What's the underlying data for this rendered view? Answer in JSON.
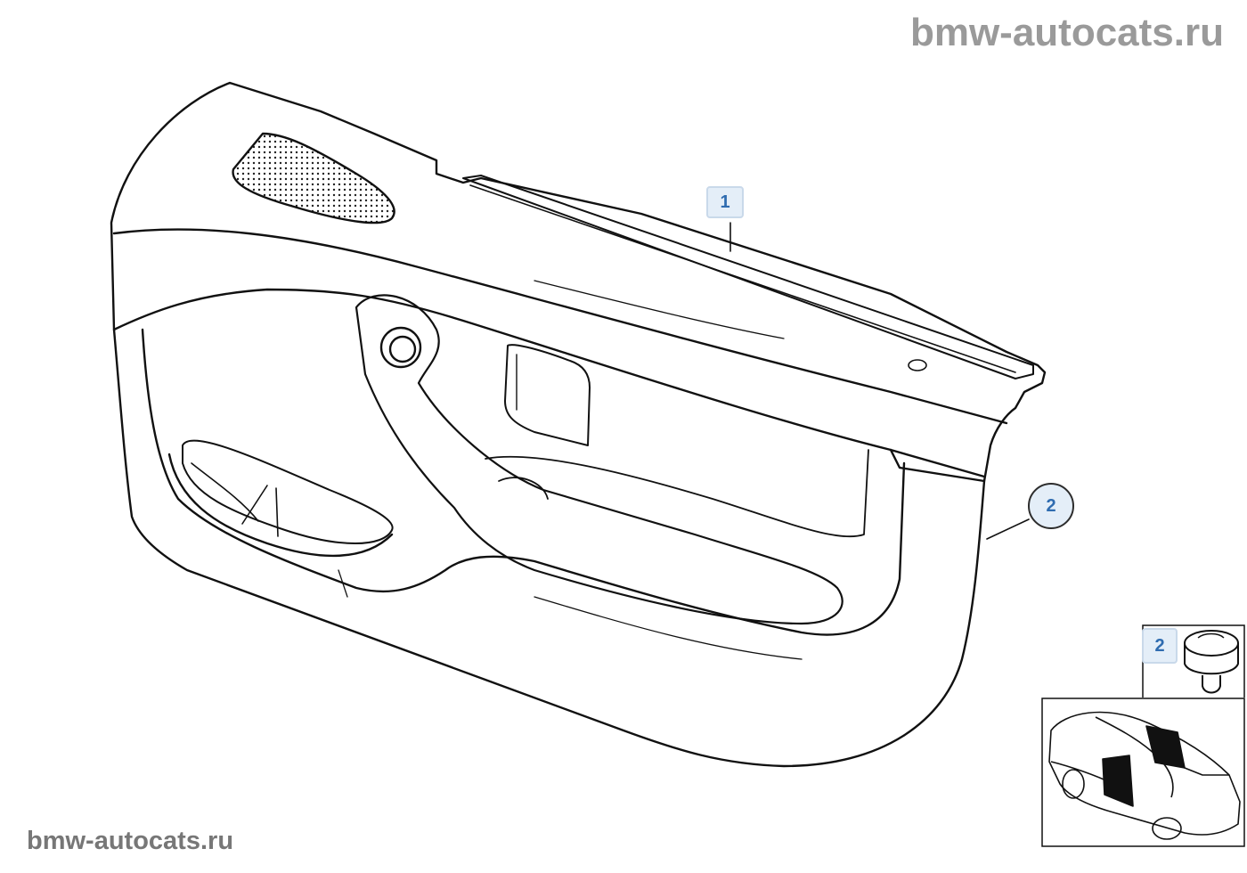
{
  "watermark_top": "bmw-autocats.ru",
  "watermark_bottom": "bmw-autocats.ru",
  "callouts": {
    "part_1": "1",
    "part_2": "2",
    "inset_part_2": "2"
  },
  "icons": {
    "door_trim_panel": "door-trim-panel-drawing",
    "clip": "trim-clip-drawing",
    "car_locator": "car-locator-drawing"
  },
  "colors": {
    "callout_text": "#2f6cb0",
    "callout_bg": "#e4eef8",
    "watermark": "#9a9a9a"
  }
}
